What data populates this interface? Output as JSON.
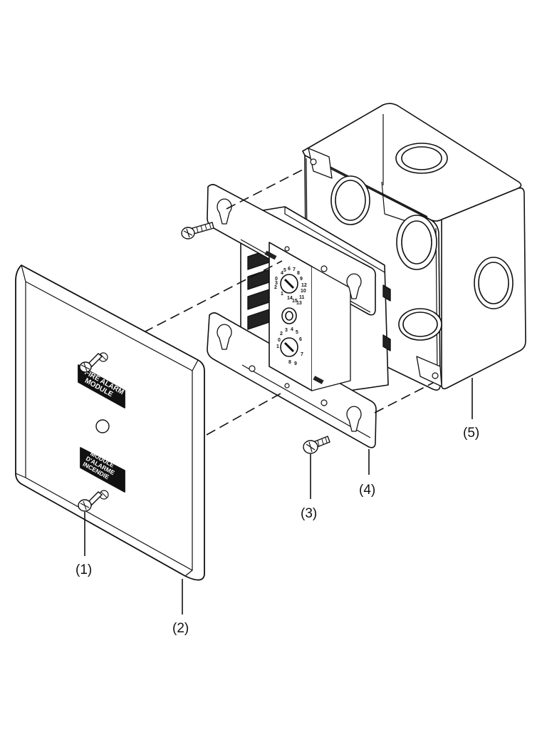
{
  "labels": {
    "screw_front": "(1)",
    "cover_plate": "(2)",
    "screw_mount": "(3)",
    "module": "(4)",
    "back_box": "(5)"
  },
  "cover_plate": {
    "label_top_line1": "FIRE ALARM",
    "label_top_line2": "MODULE",
    "label_bottom_line1": "MODULE",
    "label_bottom_line2": "D'ALARME",
    "label_bottom_line3": "INCENDIE"
  },
  "dial_top_numbers": [
    "0",
    "1",
    "2",
    "3",
    "4",
    "5",
    "6",
    "7",
    "8",
    "9",
    "10",
    "11",
    "12",
    "13",
    "14",
    "15"
  ],
  "dial_bottom_numbers": [
    "0",
    "1",
    "2",
    "3",
    "4",
    "5",
    "6",
    "7",
    "8",
    "9"
  ]
}
